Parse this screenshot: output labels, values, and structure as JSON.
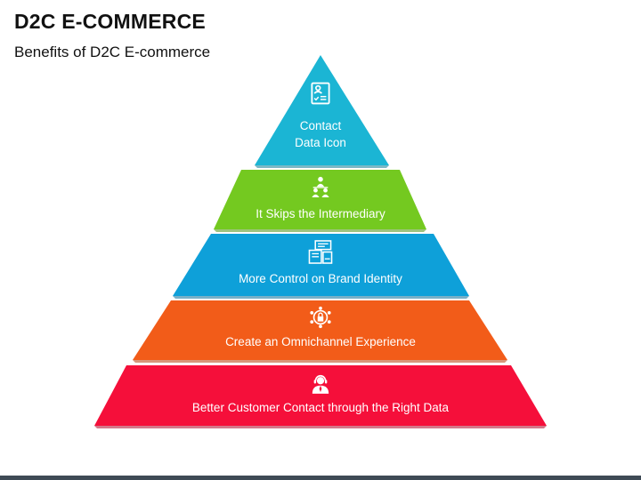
{
  "slide": {
    "title": "D2C E-COMMERCE",
    "subtitle": "Benefits of D2C E-commerce"
  },
  "pyramid": {
    "tiers": [
      {
        "lines": [
          "Contact",
          "Data Icon"
        ],
        "color": "#1bb5d4",
        "shadow": "#0d7f96",
        "icon": "contact-data-icon"
      },
      {
        "lines": [
          "It Skips the Intermediary"
        ],
        "color": "#74c920",
        "shadow": "#4e9212",
        "icon": "team-hierarchy-icon"
      },
      {
        "lines": [
          "More Control on Brand Identity"
        ],
        "color": "#0ea0d9",
        "shadow": "#08709b",
        "icon": "brand-layout-icon"
      },
      {
        "lines": [
          "Create an Omnichannel Experience"
        ],
        "color": "#f25c19",
        "shadow": "#b8400c",
        "icon": "omnichannel-lock-icon"
      },
      {
        "lines": [
          "Better Customer Contact through the Right Data"
        ],
        "color": "#f50f3a",
        "shadow": "#b20a29",
        "icon": "customer-support-icon"
      }
    ]
  },
  "theme": {
    "bottom_bar": "#3e4a55"
  }
}
